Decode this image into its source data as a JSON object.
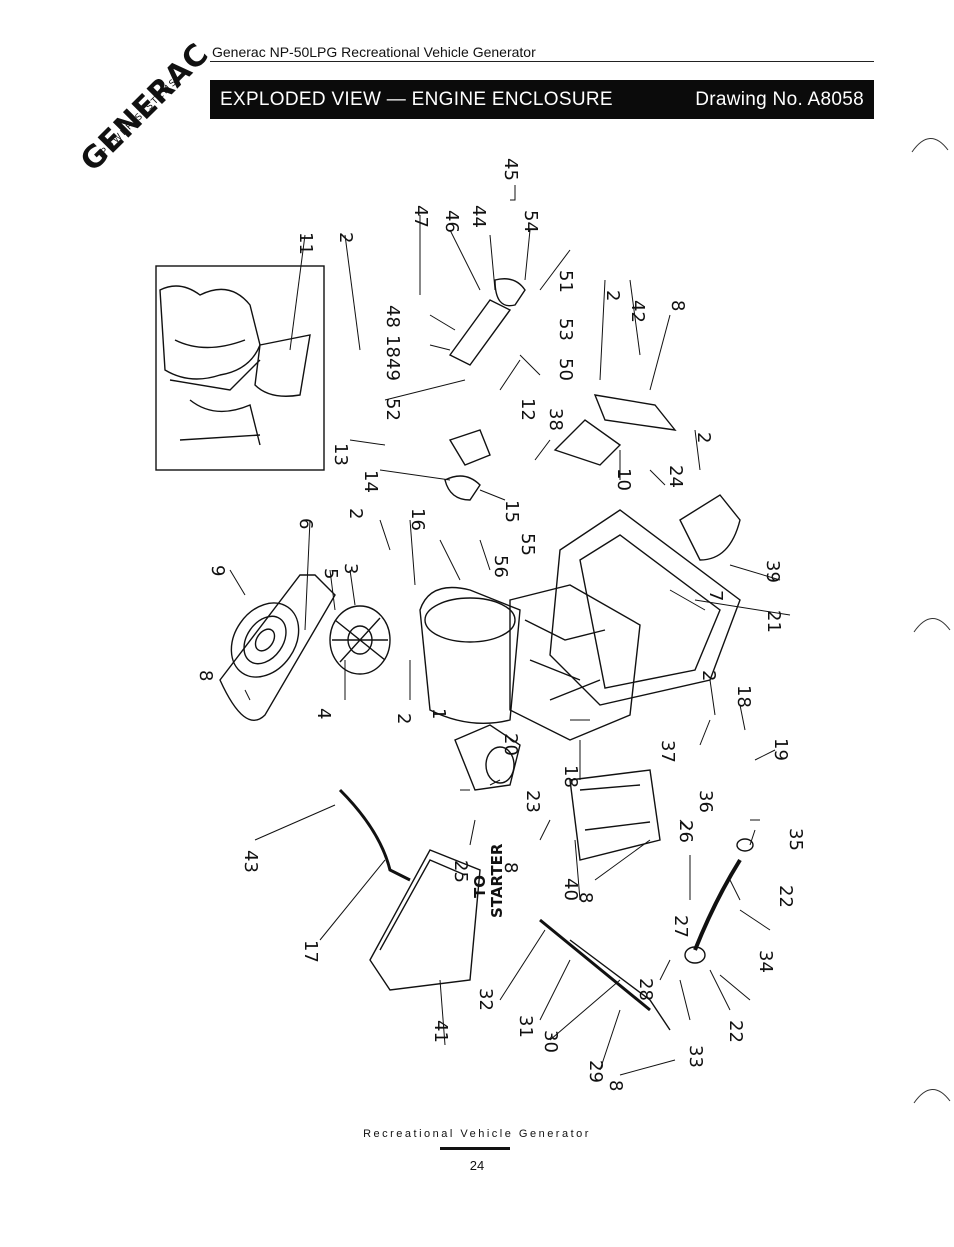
{
  "brand": {
    "logo_text": "GENERAC",
    "logo_subtext": "POWER SYSTEMS"
  },
  "header": {
    "title": "Generac NP-50LPG Recreational Vehicle Generator"
  },
  "banner": {
    "left": "EXPLODED VIEW — ENGINE ENCLOSURE",
    "right": "Drawing No. A8058"
  },
  "diagram": {
    "callouts": [
      "11",
      "2",
      "47",
      "46",
      "44",
      "45",
      "54",
      "48",
      "18",
      "49",
      "52",
      "53",
      "50",
      "51",
      "2",
      "42",
      "8",
      "12",
      "38",
      "13",
      "14",
      "15",
      "10",
      "24",
      "2",
      "6",
      "9",
      "5",
      "3",
      "2",
      "16",
      "55",
      "56",
      "39",
      "8",
      "4",
      "1",
      "2",
      "7",
      "21",
      "2",
      "18",
      "19",
      "20",
      "37",
      "18",
      "23",
      "26",
      "36",
      "35",
      "22",
      "43",
      "25",
      "8",
      "40",
      "8",
      "27",
      "34",
      "17",
      "32",
      "28",
      "22",
      "31",
      "30",
      "29",
      "33",
      "41",
      "8"
    ],
    "to_starter_line1": "TO",
    "to_starter_line2": "STARTER"
  },
  "footer": {
    "text": "Recreational Vehicle Generator",
    "page_number": "24"
  }
}
